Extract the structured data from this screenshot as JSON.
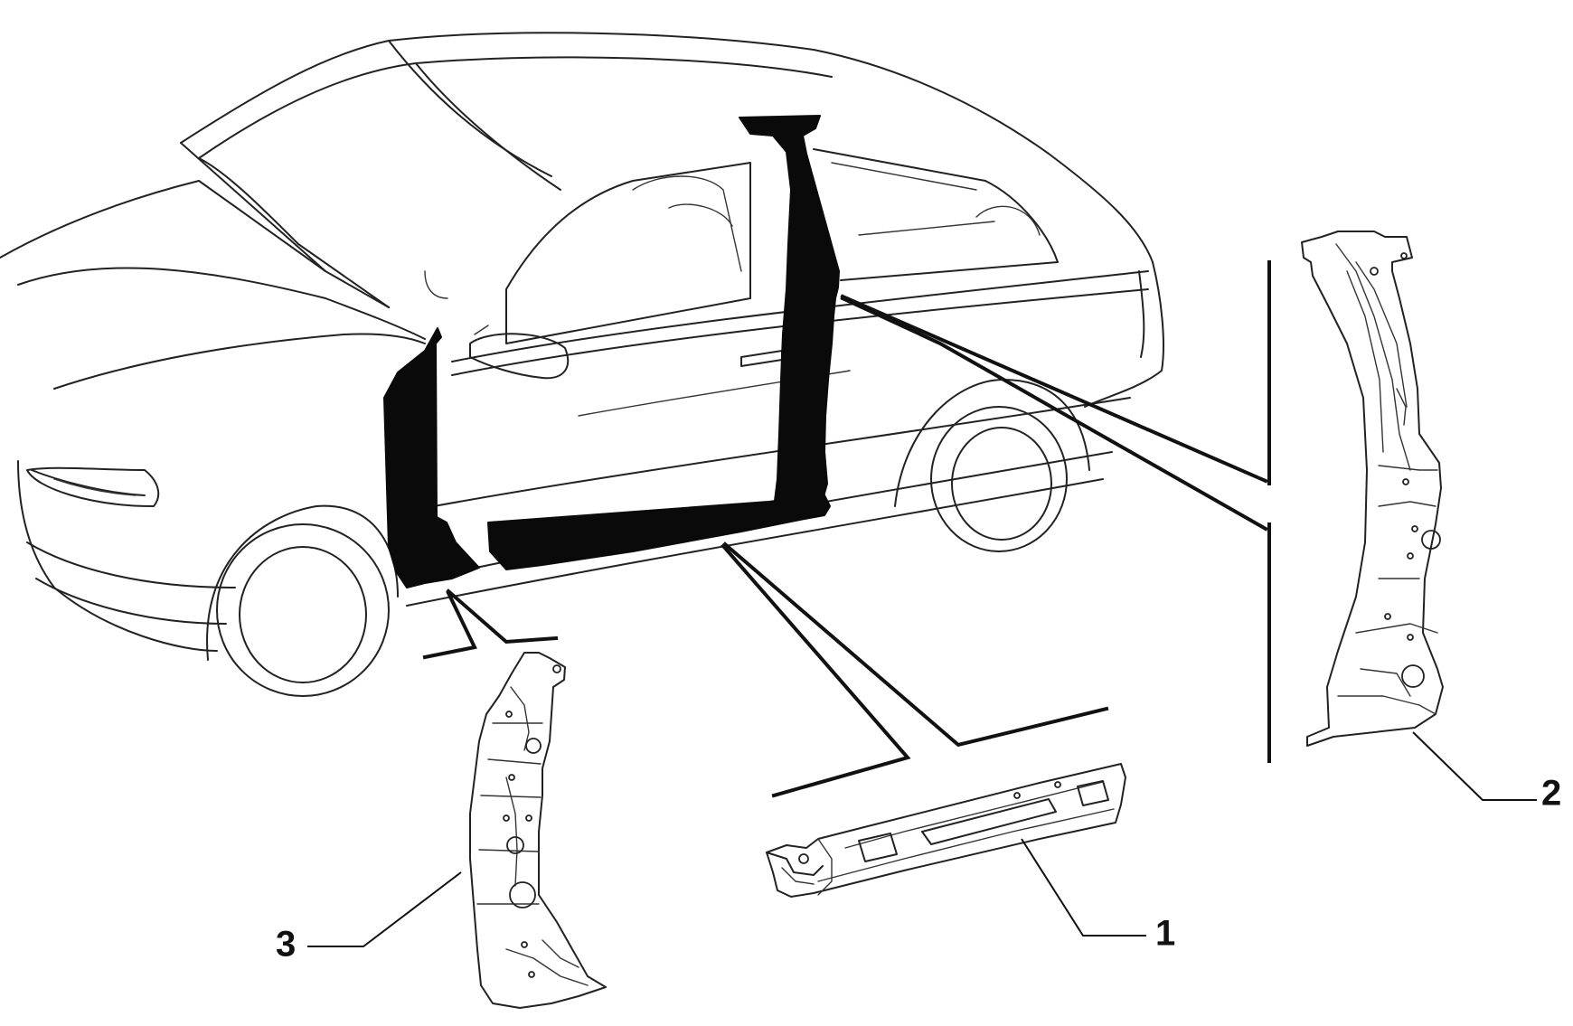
{
  "parts": [
    {
      "id": "part-1",
      "label": "1"
    },
    {
      "id": "part-2",
      "label": "2"
    },
    {
      "id": "part-3",
      "label": "3"
    }
  ],
  "colors": {
    "line": "#222222",
    "highlight": "#0a0a0a",
    "background": "#ffffff"
  }
}
